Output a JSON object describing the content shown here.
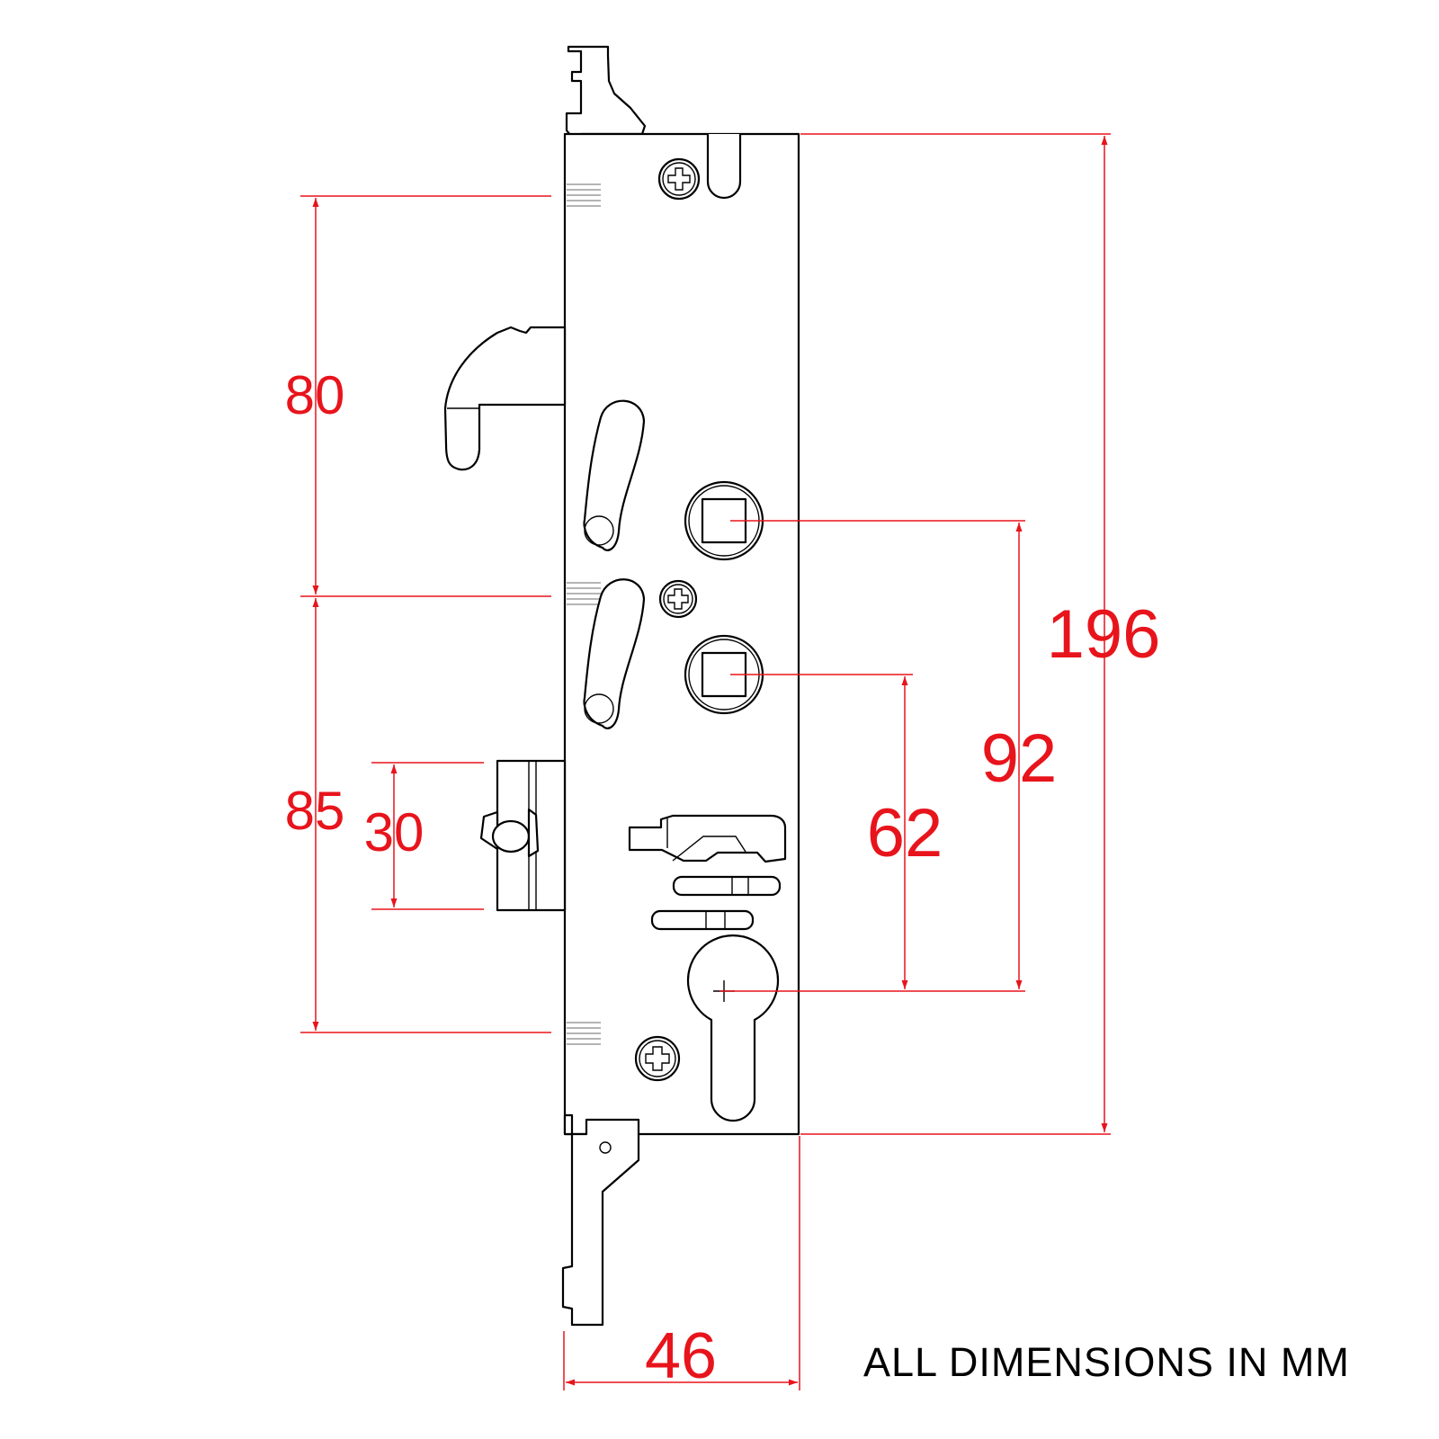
{
  "colors": {
    "dimension": "#e8141c",
    "outline": "#000000",
    "background": "#ffffff"
  },
  "dimensions": {
    "d80": "80",
    "d85": "85",
    "d30": "30",
    "d196": "196",
    "d92": "92",
    "d62": "62",
    "d46": "46"
  },
  "note": "ALL DIMENSIONS IN MM",
  "icons": {
    "screw": "phillips-screw-icon",
    "spindle": "square-spindle-icon"
  }
}
